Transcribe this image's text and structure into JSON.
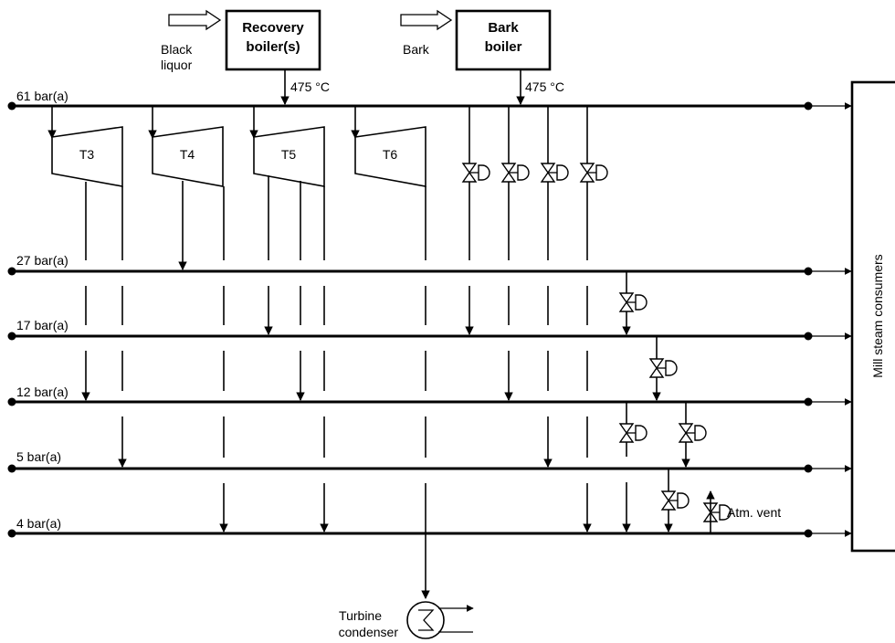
{
  "boilers": {
    "recovery": {
      "label_line1": "Recovery",
      "label_line2": "boiler(s)",
      "input_line1": "Black",
      "input_line2": "liquor",
      "outlet_temp": "475 °C"
    },
    "bark": {
      "label_line1": "Bark",
      "label_line2": "boiler",
      "input": "Bark",
      "outlet_temp": "475 °C"
    }
  },
  "headers": {
    "h61": "61 bar(a)",
    "h27": "27 bar(a)",
    "h17": "17 bar(a)",
    "h12": "12 bar(a)",
    "h5": "5 bar(a)",
    "h4": "4 bar(a)"
  },
  "turbines": [
    "T3",
    "T4",
    "T5",
    "T6"
  ],
  "consumers": "Mill steam consumers",
  "vent": "Atm. vent",
  "condenser": {
    "line1": "Turbine",
    "line2": "condenser"
  }
}
